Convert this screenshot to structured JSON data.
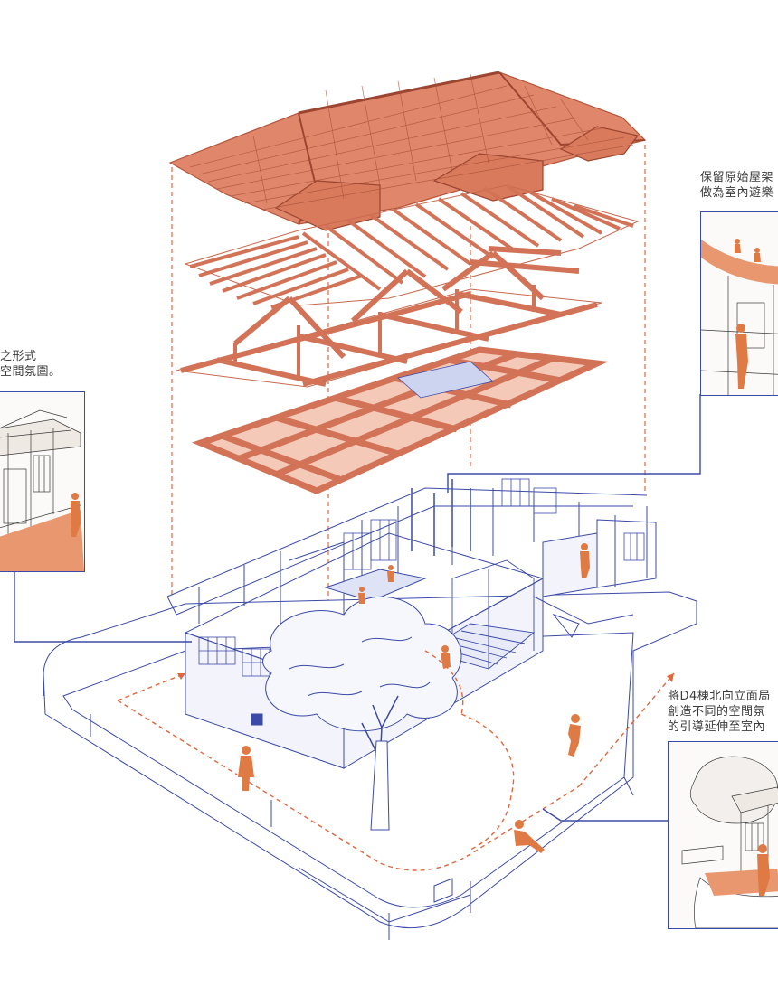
{
  "notes": {
    "left": "之形式\n空間氛圍。",
    "right_top": "保留原始屋架\n做為室內遊樂",
    "right_bottom": "將D4棟北向立面局\n創造不同的空間氛\n的引導延伸至室內"
  },
  "colors": {
    "roof_tile": "#e0866a",
    "timber": "#e28b6e",
    "timber_edge": "#b4553a",
    "line_blue": "#3b4aa8",
    "dashed_path": "#e2673d",
    "figure": "#e07a45"
  }
}
